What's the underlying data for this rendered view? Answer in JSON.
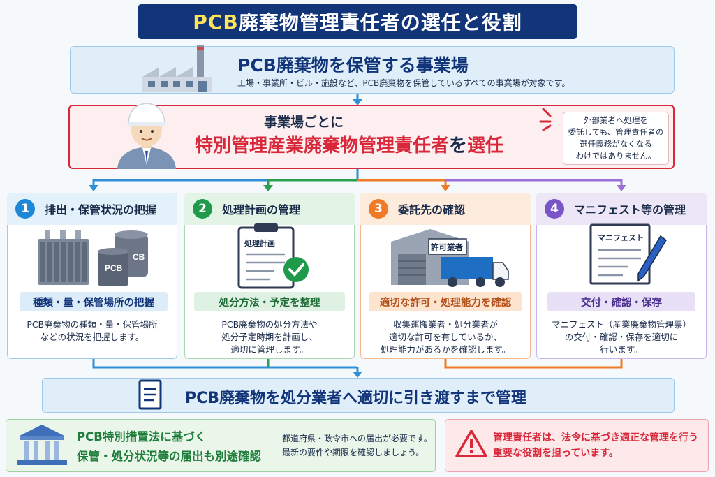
{
  "title": {
    "highlight": "PCB",
    "rest": "廃棄物管理責任者の選任と役割"
  },
  "site": {
    "title": "PCB廃棄物を保管する事業場",
    "subtitle": "工場・事業所・ビル・施設など、PCB廃棄物を保管しているすべての事業場が対象です。"
  },
  "appointment": {
    "line1": "事業場ごとに",
    "line2_red": "特別管理産業廃棄物管理責任者",
    "line2_connector": "を",
    "line2_end": "選任",
    "note": [
      "外部業者へ処理を",
      "委託しても、管理責任者の",
      "選任義務がなくなる",
      "わけではありません。"
    ]
  },
  "roles": [
    {
      "number": "1",
      "title": "排出・保管状況の把握",
      "pill": "種類・量・保管場所の把握",
      "desc": [
        "PCB廃棄物の種類・量・保管場所",
        "などの状況を把握します。"
      ],
      "illustration_label": "PCB",
      "illustration_label2": "CB",
      "color": "#1e88d8",
      "bg": "#e3f1fb"
    },
    {
      "number": "2",
      "title": "処理計画の管理",
      "pill": "処分方法・予定を整理",
      "desc": [
        "PCB廃棄物の処分方法や",
        "処分予定時期を計画し、",
        "適切に管理します。"
      ],
      "illustration_label": "処理計画",
      "color": "#1e9a4a",
      "bg": "#e3f4e6"
    },
    {
      "number": "3",
      "title": "委託先の確認",
      "pill": "適切な許可・処理能力を確認",
      "desc": [
        "収集運搬業者・処分業者が",
        "適切な許可を有しているか、",
        "処理能力があるかを確認します。"
      ],
      "illustration_label": "許可業者",
      "color": "#f07a26",
      "bg": "#fdebdc"
    },
    {
      "number": "4",
      "title": "マニフェスト等の管理",
      "pill": "交付・確認・保存",
      "desc": [
        "マニフェスト（産業廃棄物管理票）",
        "の交付・確認・保存を適切に",
        "行います。"
      ],
      "illustration_label": "マニフェスト",
      "color": "#7a55c8",
      "bg": "#ece6f7"
    }
  ],
  "handover": {
    "text": "PCB廃棄物を処分業者へ適切に引き渡すまで管理"
  },
  "law": {
    "line1": "PCB特別措置法に基づく",
    "line2": "保管・処分状況等の届出も別途確認",
    "note": [
      "都道府県・政令市への届出が必要です。",
      "最新の要件や期限を確認しましょう。"
    ]
  },
  "warning": {
    "lines": [
      "管理責任者は、法令に基づき適正な管理を行う",
      "重要な役割を担っています。"
    ]
  },
  "colors": {
    "navy": "#12357a",
    "red": "#d9283a",
    "yellow": "#ffe45a",
    "green": "#1e7d3a"
  }
}
